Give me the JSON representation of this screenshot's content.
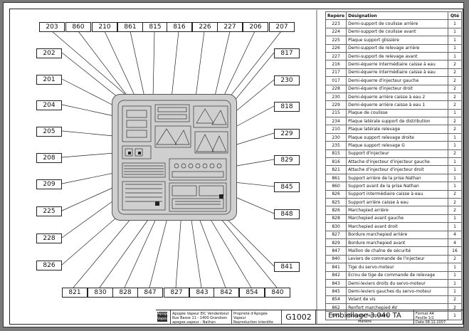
{
  "callouts_top": [
    "203",
    "860",
    "210",
    "861",
    "815",
    "816",
    "226",
    "227",
    "206",
    "207"
  ],
  "callouts_left": [
    "202",
    "201",
    "204",
    "205",
    "208",
    "209",
    "225",
    "228",
    "826"
  ],
  "callouts_right": [
    "817",
    "230",
    "818",
    "229",
    "829",
    "845",
    "848",
    "841"
  ],
  "callouts_bottom": [
    "821",
    "830",
    "828",
    "847",
    "827",
    "843",
    "842",
    "854",
    "840"
  ],
  "parts_table": {
    "headers": [
      "Repère",
      "Désignation",
      "Qté"
    ],
    "rows": [
      [
        "223",
        "Demi-support de coulisse arrière",
        "1"
      ],
      [
        "224",
        "Demi-support de coulisse avant",
        "1"
      ],
      [
        "225",
        "Plaque support glissière",
        "1"
      ],
      [
        "226",
        "Demi-support de relevage arrière",
        "1"
      ],
      [
        "227",
        "Demi-support de relevage avant",
        "1"
      ],
      [
        "216",
        "Demi-équerre intermédiaire caisse à eau",
        "2"
      ],
      [
        "217",
        "Demi-équerre intermédiaire caisse à eau",
        "2"
      ],
      [
        "017",
        "Demi-équerre d'injecteur gauche",
        "2"
      ],
      [
        "228",
        "Demi-équerre d'injecteur droit",
        "2"
      ],
      [
        "230",
        "Demi-équerre arrière caisse à eau 2",
        "2"
      ],
      [
        "229",
        "Demi-équerre arrière caisse à eau 1",
        "2"
      ],
      [
        "215",
        "Plaque de coulisse",
        "1"
      ],
      [
        "234",
        "Plaque latérale support de distribution",
        "2"
      ],
      [
        "210",
        "Plaque latérale relevage",
        "2"
      ],
      [
        "230",
        "Plaque support relevage droite",
        "1"
      ],
      [
        "235",
        "Plaque support relevage G",
        "1"
      ],
      [
        "815",
        "Support d'injecteur",
        "2"
      ],
      [
        "816",
        "Attache d'injecteur d'injecteur gauche",
        "1"
      ],
      [
        "821",
        "Attache d'injecteur d'injecteur droit",
        "1"
      ],
      [
        "861",
        "Support arrière de la prise Nathan",
        "1"
      ],
      [
        "860",
        "Support avant de la prise Nathan",
        "1"
      ],
      [
        "826",
        "Support intermédiaire caisse à eau",
        "2"
      ],
      [
        "825",
        "Support arrière caisse à eau",
        "2"
      ],
      [
        "826",
        "Marchepied arrière",
        "2"
      ],
      [
        "828",
        "Marchepied avant gauche",
        "1"
      ],
      [
        "830",
        "Marchepied avant droit",
        "1"
      ],
      [
        "827",
        "Bordure marchepied arrière",
        "4"
      ],
      [
        "829",
        "Bordure marchepied avant",
        "4"
      ],
      [
        "847",
        "Maillon de chaîne de sécurité",
        "16"
      ],
      [
        "840",
        "Leviers de commande de l'injecteur",
        "2"
      ],
      [
        "841",
        "Tige du servo-moteur",
        "1"
      ],
      [
        "842",
        "Ecrou de tige de commande de relevage",
        "1"
      ],
      [
        "843",
        "Demi-leviers droits du servo-moteur",
        "1"
      ],
      [
        "845",
        "Demi-leviers gauches du servo-moteur",
        "1"
      ],
      [
        "854",
        "Volant de vis",
        "2"
      ],
      [
        "862",
        "Renfort marchepied AV",
        "2"
      ],
      [
        "845",
        "Gravure ferroviaire",
        "1"
      ]
    ]
  },
  "title_block": {
    "logo_text": "Apogée Vapeur",
    "company_line1": "Apogée Vapeur EIC Vendenbeut",
    "company_line2": "Rue Basse 11 - 1400 Grandson",
    "company_line3": "apogee.vapeur - Nathan",
    "copyright_line1": "Propriété d'Apogée Vapeur",
    "copyright_line2": "Reproduction interdite",
    "drawing_ref": "G1002",
    "title": "Embiellage 3.040 TA",
    "subtitle": "Matière",
    "meta1": "Format A4",
    "meta2": "Feuille 1/1",
    "meta3": "Date 08.12.2007"
  }
}
